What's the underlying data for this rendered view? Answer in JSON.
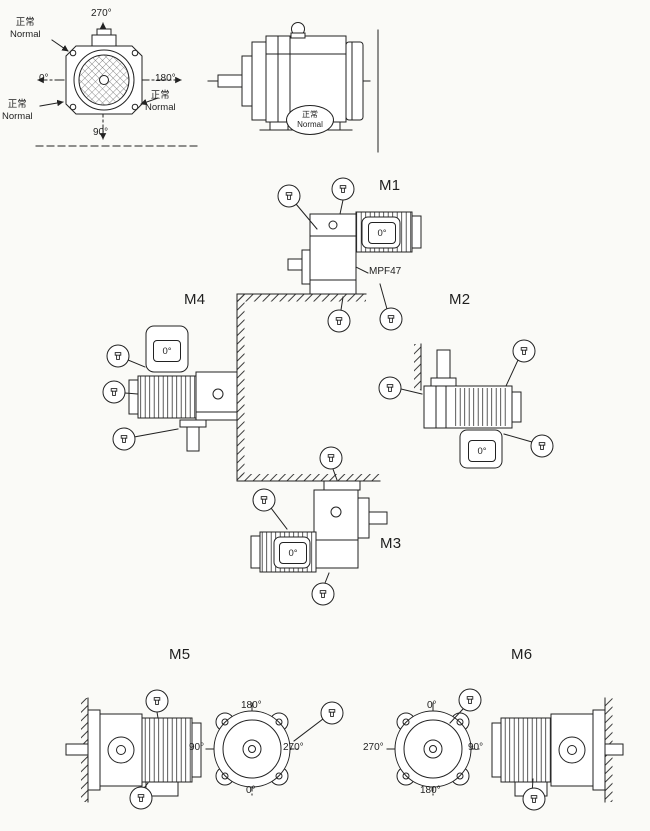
{
  "palette": {
    "ink": "#1f1f1f",
    "paper": "#fafaf7"
  },
  "front_view": {
    "angle_top": "270°",
    "angle_left": "0°",
    "angle_right": "180°",
    "angle_bottom": "90°",
    "normal_cn": "正常",
    "normal_en": "Normal"
  },
  "side_view": {
    "normal_cn": "正常",
    "normal_en": "Normal"
  },
  "mounting_positions": {
    "m1": {
      "label": "M1",
      "terminal_box_angle": "0°",
      "model": "MPF47"
    },
    "m2": {
      "label": "M2",
      "terminal_box_angle": "0°"
    },
    "m3": {
      "label": "M3",
      "terminal_box_angle": "0°"
    },
    "m4": {
      "label": "M4",
      "terminal_box_angle": "0°"
    },
    "m5": {
      "label": "M5",
      "angle_top": "180°",
      "angle_left": "90°",
      "angle_right": "270°",
      "angle_bottom": "0°"
    },
    "m6": {
      "label": "M6",
      "angle_top": "0°",
      "angle_left": "270°",
      "angle_right": "90°",
      "angle_bottom": "180°"
    }
  }
}
